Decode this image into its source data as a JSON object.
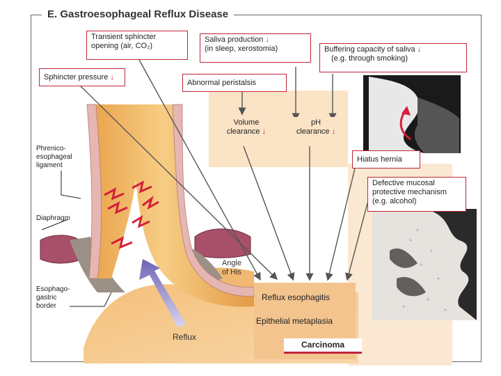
{
  "title": "E.  Gastroesophageal Reflux Disease",
  "factors": {
    "transient_sphincter": [
      "Transient sphincter",
      "opening (air, CO₂)"
    ],
    "saliva_production": [
      "Saliva production",
      "(in sleep, xerostomia)"
    ],
    "buffering_capacity": [
      "Buffering capacity of saliva",
      "(e.g. through smoking)"
    ],
    "sphincter_pressure": "Sphincter pressure",
    "abnormal_peristalsis": "Abnormal peristalsis",
    "volume_clearance": [
      "Volume",
      "clearance"
    ],
    "ph_clearance": [
      "pH",
      "clearance"
    ],
    "hiatus_hernia": "Hiatus hernia",
    "defective_mucosal": [
      "Defective mucosal",
      "protective mechanism",
      "(e.g. alcohol)"
    ],
    "down_arrow_symbol": "↓"
  },
  "anatomy": {
    "phrenicoesophageal": [
      "Phrenico-",
      "esophageal",
      "ligament"
    ],
    "diaphragm": "Diaphragm",
    "esophagogastric": [
      "Esophago-",
      "gastric",
      "border"
    ],
    "angle_of_his": [
      "Angle",
      "of His"
    ],
    "reflux": "Reflux"
  },
  "outcomes": {
    "reflux_esophagitis": "Reflux esophagitis",
    "epithelial_metaplasia": "Epithelial metaplasia",
    "carcinoma": "Carcinoma"
  },
  "colors": {
    "accent_red": "#c0243a",
    "esophagus_orange": "#f2b35f",
    "panel_orange": "#f4c48f",
    "diaphragm_pink": "#a8506a",
    "reflux_arrow": "#8f86c8"
  }
}
